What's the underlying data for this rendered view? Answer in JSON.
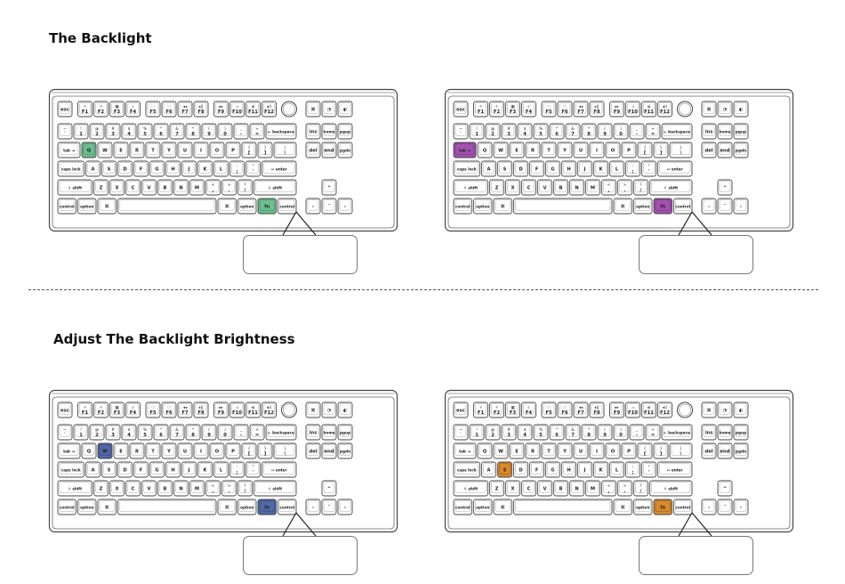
{
  "headings": {
    "section1": "The Backlight",
    "section2": "Adjust The Backlight Brightness"
  },
  "rows": [
    [
      {
        "l": "esc",
        "w": 1
      },
      {
        "gap": 0.25
      },
      {
        "l": "F1",
        "s": "☼",
        "w": 1
      },
      {
        "l": "F2",
        "s": "☼",
        "w": 1
      },
      {
        "l": "F3",
        "s": "▦",
        "w": 1
      },
      {
        "l": "F4",
        "s": "⌕",
        "w": 1
      },
      {
        "gap": 0.25
      },
      {
        "l": "F5",
        "s": "◌",
        "w": 1
      },
      {
        "l": "F6",
        "s": "◌",
        "w": 1
      },
      {
        "l": "F7",
        "s": "◂◂",
        "w": 1
      },
      {
        "l": "F8",
        "s": "▸‖",
        "w": 1
      },
      {
        "gap": 0.25
      },
      {
        "l": "F9",
        "s": "▸▸",
        "w": 1
      },
      {
        "l": "F10",
        "s": "◃",
        "w": 1
      },
      {
        "l": "F11",
        "s": "◂)",
        "w": 1
      },
      {
        "l": "F12",
        "s": "◂))",
        "w": 1
      },
      {
        "gap": 0.25
      },
      {
        "knob": true,
        "w": 1
      },
      {
        "gap": 0.5
      },
      {
        "l": "⌘",
        "w": 1
      },
      {
        "l": "◔",
        "w": 1
      },
      {
        "l": "◐",
        "w": 1
      }
    ],
    [
      {
        "l": "`",
        "s": "~",
        "w": 1
      },
      {
        "l": "1",
        "s": "!",
        "w": 1
      },
      {
        "l": "2",
        "s": "@",
        "w": 1
      },
      {
        "l": "3",
        "s": "#",
        "w": 1
      },
      {
        "l": "4",
        "s": "$",
        "w": 1
      },
      {
        "l": "5",
        "s": "%",
        "w": 1
      },
      {
        "l": "6",
        "s": "^",
        "w": 1
      },
      {
        "l": "7",
        "s": "&",
        "w": 1
      },
      {
        "l": "8",
        "s": "*",
        "w": 1
      },
      {
        "l": "9",
        "s": "(",
        "w": 1
      },
      {
        "l": "0",
        "s": ")",
        "w": 1
      },
      {
        "l": "-",
        "s": "_",
        "w": 1
      },
      {
        "l": "=",
        "s": "+",
        "w": 1
      },
      {
        "l": "← backspace",
        "w": 2
      },
      {
        "gap": 0.5
      },
      {
        "l": "ins",
        "w": 1
      },
      {
        "l": "home",
        "w": 1
      },
      {
        "l": "pgup",
        "w": 1
      }
    ],
    [
      {
        "l": "tab ⇥",
        "w": 1.5
      },
      {
        "l": "Q",
        "w": 1,
        "id": "q"
      },
      {
        "l": "W",
        "w": 1
      },
      {
        "l": "E",
        "w": 1
      },
      {
        "l": "R",
        "w": 1
      },
      {
        "l": "T",
        "w": 1
      },
      {
        "l": "Y",
        "w": 1
      },
      {
        "l": "U",
        "w": 1
      },
      {
        "l": "I",
        "w": 1
      },
      {
        "l": "O",
        "w": 1
      },
      {
        "l": "P",
        "w": 1
      },
      {
        "l": "[",
        "s": "{",
        "w": 1
      },
      {
        "l": "]",
        "s": "}",
        "w": 1
      },
      {
        "l": "\\",
        "s": "|",
        "w": 1.5
      },
      {
        "gap": 0.5
      },
      {
        "l": "del",
        "w": 1
      },
      {
        "l": "end",
        "w": 1
      },
      {
        "l": "pgdn",
        "w": 1
      }
    ],
    [
      {
        "l": "caps lock",
        "w": 1.75
      },
      {
        "l": "A",
        "w": 1
      },
      {
        "l": "S",
        "w": 1
      },
      {
        "l": "D",
        "w": 1
      },
      {
        "l": "F",
        "w": 1
      },
      {
        "l": "G",
        "w": 1
      },
      {
        "l": "H",
        "w": 1
      },
      {
        "l": "J",
        "w": 1
      },
      {
        "l": "K",
        "w": 1
      },
      {
        "l": "L",
        "w": 1
      },
      {
        "l": ";",
        "s": ":",
        "w": 1
      },
      {
        "l": "'",
        "s": "\"",
        "w": 1
      },
      {
        "l": "↵ enter",
        "w": 2.25
      }
    ],
    [
      {
        "l": "⇧ shift",
        "w": 2.25
      },
      {
        "l": "Z",
        "w": 1
      },
      {
        "l": "X",
        "w": 1
      },
      {
        "l": "C",
        "w": 1
      },
      {
        "l": "V",
        "w": 1
      },
      {
        "l": "B",
        "w": 1
      },
      {
        "l": "N",
        "w": 1
      },
      {
        "l": "M",
        "w": 1
      },
      {
        "l": ",",
        "s": "<",
        "w": 1
      },
      {
        "l": ".",
        "s": ">",
        "w": 1
      },
      {
        "l": "/",
        "s": "?",
        "w": 1
      },
      {
        "l": "⇧ shift",
        "w": 2.75
      },
      {
        "gap": 1.5
      },
      {
        "l": "^",
        "w": 1
      }
    ],
    [
      {
        "l": "control",
        "w": 1.25
      },
      {
        "l": "option",
        "w": 1.25
      },
      {
        "l": "⌘",
        "w": 1.25
      },
      {
        "l": "",
        "w": 6.25
      },
      {
        "l": "⌘",
        "w": 1.25
      },
      {
        "l": "option",
        "w": 1.25
      },
      {
        "l": "fn",
        "w": 1.25,
        "id": "fn"
      },
      {
        "l": "control",
        "w": 1.25
      },
      {
        "gap": 0.5
      },
      {
        "l": "‹",
        "w": 1
      },
      {
        "l": "ˇ",
        "w": 1
      },
      {
        "l": "›",
        "w": 1
      }
    ]
  ],
  "diagrams": [
    {
      "highlight": "fn+q",
      "color": "#6bbf8e",
      "callout_text": ""
    },
    {
      "highlight": "fn+tab",
      "color": "#a350b0",
      "callout_text": ""
    },
    {
      "highlight": "fn+w",
      "color": "#5068a8",
      "callout_text": ""
    },
    {
      "highlight": "fn+s",
      "color": "#d98a2b",
      "callout_text": ""
    }
  ]
}
